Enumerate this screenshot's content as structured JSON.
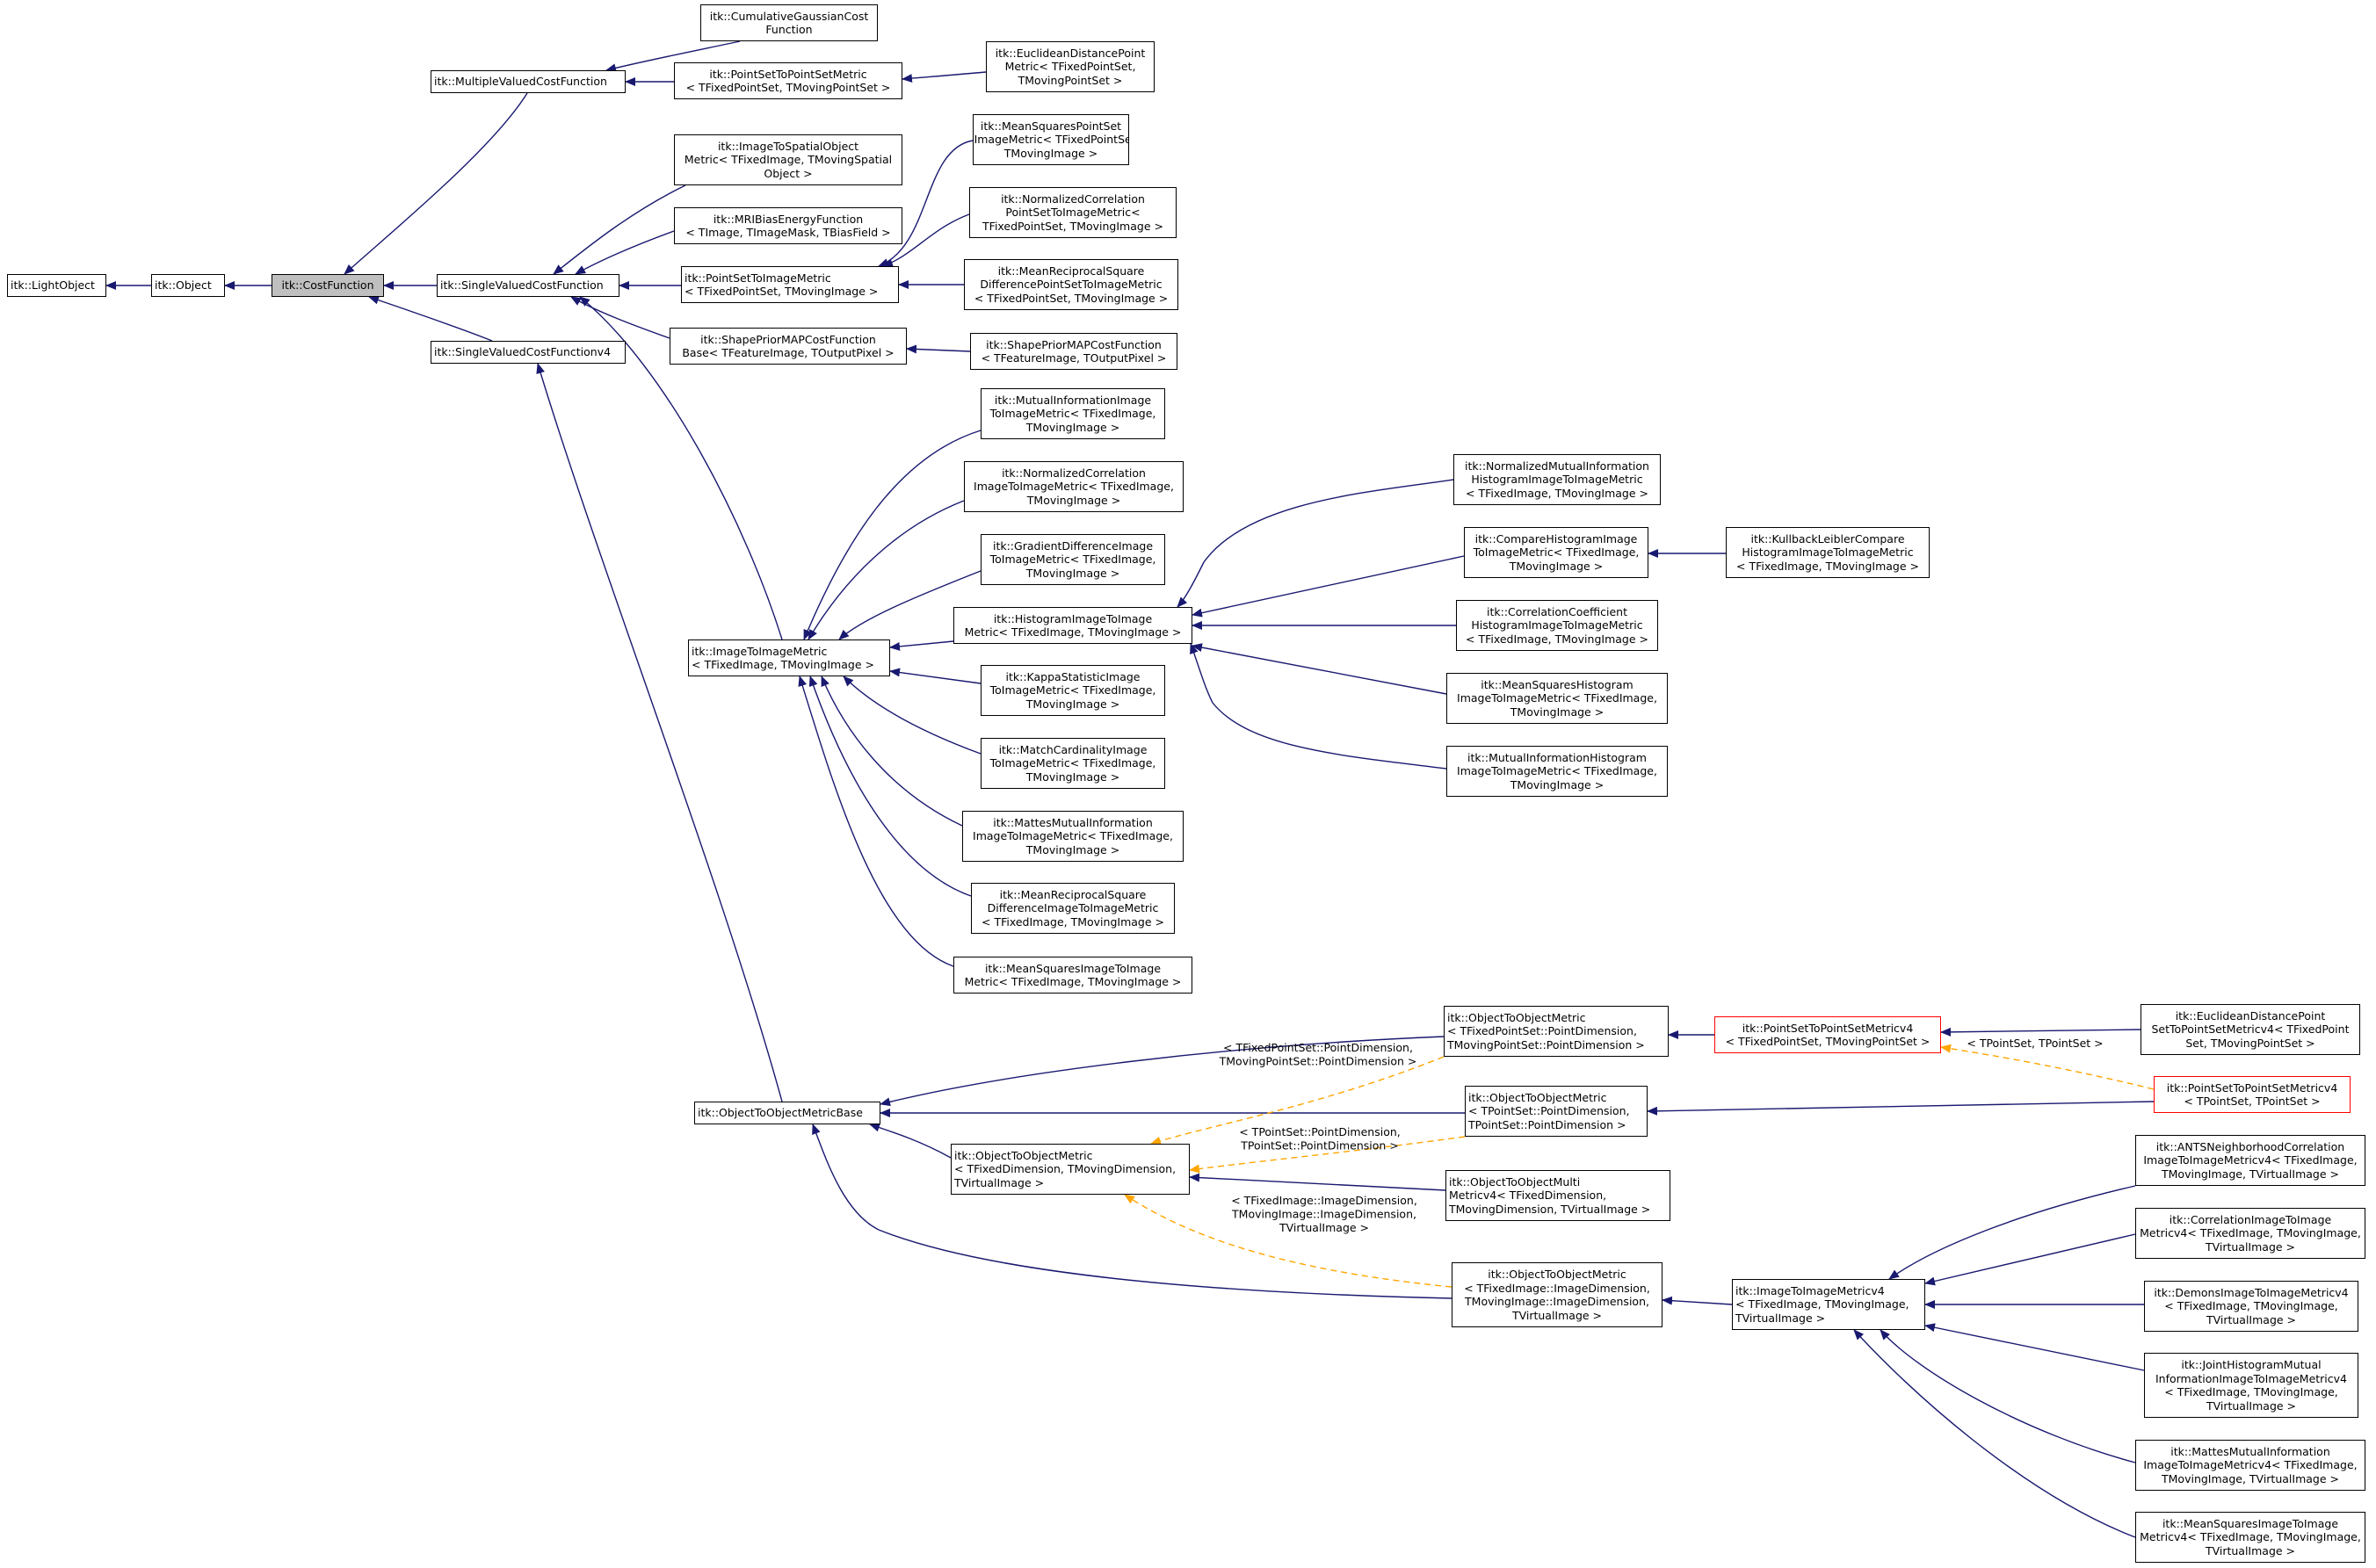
{
  "colors": {
    "edge": "#191970",
    "template_edge": "#ffa500",
    "current_node_fill": "#bfbfbf",
    "incomplete_node_border": "#ff0000"
  },
  "nodes": [
    {
      "id": "light_object",
      "lines": [
        "itk::LightObject"
      ]
    },
    {
      "id": "object",
      "lines": [
        "itk::Object"
      ]
    },
    {
      "id": "cost_function",
      "lines": [
        "itk::CostFunction"
      ]
    },
    {
      "id": "multiple_valued_cost_function",
      "lines": [
        "itk::MultipleValuedCostFunction"
      ]
    },
    {
      "id": "single_valued_cost_function",
      "lines": [
        "itk::SingleValuedCostFunction"
      ]
    },
    {
      "id": "single_valued_cost_functionv4",
      "lines": [
        "itk::SingleValuedCostFunctionv4"
      ]
    },
    {
      "id": "cumulative_gaussian_cost_function",
      "lines": [
        "itk::CumulativeGaussianCost",
        "Function"
      ]
    },
    {
      "id": "point_set_to_point_set_metric",
      "lines": [
        "itk::PointSetToPointSetMetric",
        "< TFixedPointSet, TMovingPointSet >"
      ]
    },
    {
      "id": "euclidean_distance_point_metric",
      "lines": [
        "itk::EuclideanDistancePoint",
        "Metric< TFixedPointSet,",
        "TMovingPointSet >"
      ]
    },
    {
      "id": "image_to_spatial_object_metric",
      "lines": [
        "itk::ImageToSpatialObject",
        "Metric< TFixedImage, TMovingSpatial",
        "Object >"
      ]
    },
    {
      "id": "mri_bias_energy_function",
      "lines": [
        "itk::MRIBiasEnergyFunction",
        "< TImage, TImageMask, TBiasField >"
      ]
    },
    {
      "id": "point_set_to_image_metric",
      "lines": [
        "itk::PointSetToImageMetric",
        "< TFixedPointSet, TMovingImage >"
      ]
    },
    {
      "id": "shape_prior_map_cost_function_base",
      "lines": [
        "itk::ShapePriorMAPCostFunction",
        "Base< TFeatureImage, TOutputPixel >"
      ]
    },
    {
      "id": "mean_squares_point_set_to_image_metric",
      "lines": [
        "itk::MeanSquaresPointSet",
        "ToImageMetric< TFixedPointSet,",
        "TMovingImage >"
      ]
    },
    {
      "id": "normalized_correlation_point_set_to_image_metric",
      "lines": [
        "itk::NormalizedCorrelation",
        "PointSetToImageMetric<",
        "TFixedPointSet, TMovingImage >"
      ]
    },
    {
      "id": "mean_reciprocal_square_difference_point_set_to_image_metric",
      "lines": [
        "itk::MeanReciprocalSquare",
        "DifferencePointSetToImageMetric",
        "< TFixedPointSet, TMovingImage >"
      ]
    },
    {
      "id": "shape_prior_map_cost_function",
      "lines": [
        "itk::ShapePriorMAPCostFunction",
        "< TFeatureImage, TOutputPixel >"
      ]
    },
    {
      "id": "mutual_information_image_to_image_metric",
      "lines": [
        "itk::MutualInformationImage",
        "ToImageMetric< TFixedImage,",
        "TMovingImage >"
      ]
    },
    {
      "id": "normalized_correlation_image_to_image_metric",
      "lines": [
        "itk::NormalizedCorrelation",
        "ImageToImageMetric< TFixedImage,",
        "TMovingImage >"
      ]
    },
    {
      "id": "gradient_difference_image_to_image_metric",
      "lines": [
        "itk::GradientDifferenceImage",
        "ToImageMetric< TFixedImage,",
        "TMovingImage >"
      ]
    },
    {
      "id": "image_to_image_metric",
      "lines": [
        "itk::ImageToImageMetric",
        "< TFixedImage, TMovingImage >"
      ]
    },
    {
      "id": "histogram_image_to_image_metric",
      "lines": [
        "itk::HistogramImageToImage",
        "Metric< TFixedImage, TMovingImage >"
      ]
    },
    {
      "id": "kappa_statistic_image_to_image_metric",
      "lines": [
        "itk::KappaStatisticImage",
        "ToImageMetric< TFixedImage,",
        "TMovingImage >"
      ]
    },
    {
      "id": "match_cardinality_image_to_image_metric",
      "lines": [
        "itk::MatchCardinalityImage",
        "ToImageMetric< TFixedImage,",
        "TMovingImage >"
      ]
    },
    {
      "id": "mattes_mutual_information_image_to_image_metric",
      "lines": [
        "itk::MattesMutualInformation",
        "ImageToImageMetric< TFixedImage,",
        "TMovingImage >"
      ]
    },
    {
      "id": "mean_reciprocal_square_difference_image_to_image_metric",
      "lines": [
        "itk::MeanReciprocalSquare",
        "DifferenceImageToImageMetric",
        "< TFixedImage, TMovingImage >"
      ]
    },
    {
      "id": "mean_squares_image_to_image_metric",
      "lines": [
        "itk::MeanSquaresImageToImage",
        "Metric< TFixedImage, TMovingImage >"
      ]
    },
    {
      "id": "normalized_mutual_information_histogram_image_to_image_metric",
      "lines": [
        "itk::NormalizedMutualInformation",
        "HistogramImageToImageMetric",
        "< TFixedImage, TMovingImage >"
      ]
    },
    {
      "id": "compare_histogram_image_to_image_metric",
      "lines": [
        "itk::CompareHistogramImage",
        "ToImageMetric< TFixedImage,",
        "TMovingImage >"
      ]
    },
    {
      "id": "kullback_leibler_compare_histogram_image_to_image_metric",
      "lines": [
        "itk::KullbackLeiblerCompare",
        "HistogramImageToImageMetric",
        "< TFixedImage, TMovingImage >"
      ]
    },
    {
      "id": "correlation_coefficient_histogram_image_to_image_metric",
      "lines": [
        "itk::CorrelationCoefficient",
        "HistogramImageToImageMetric",
        "< TFixedImage, TMovingImage >"
      ]
    },
    {
      "id": "mean_squares_histogram_image_to_image_metric",
      "lines": [
        "itk::MeanSquaresHistogram",
        "ImageToImageMetric< TFixedImage,",
        "TMovingImage >"
      ]
    },
    {
      "id": "mutual_information_histogram_image_to_image_metric",
      "lines": [
        "itk::MutualInformationHistogram",
        "ImageToImageMetric< TFixedImage,",
        "TMovingImage >"
      ]
    },
    {
      "id": "object_to_object_metric_base",
      "lines": [
        "itk::ObjectToObjectMetricBase"
      ]
    },
    {
      "id": "object_to_object_metric_point_set",
      "lines": [
        "itk::ObjectToObjectMetric",
        "< TFixedPointSet::PointDimension,",
        "TMovingPointSet::PointDimension >"
      ]
    },
    {
      "id": "point_set_to_point_set_metricv4_fixed_moving",
      "lines": [
        "itk::PointSetToPointSetMetricv4",
        "< TFixedPointSet, TMovingPointSet >"
      ]
    },
    {
      "id": "euclidean_distance_point_set_to_point_set_metricv4",
      "lines": [
        "itk::EuclideanDistancePoint",
        "SetToPointSetMetricv4< TFixedPoint",
        "Set, TMovingPointSet >"
      ]
    },
    {
      "id": "object_to_object_metric_tpointset",
      "lines": [
        "itk::ObjectToObjectMetric",
        "< TPointSet::PointDimension,",
        "TPointSet::PointDimension >"
      ]
    },
    {
      "id": "point_set_to_point_set_metricv4_tpointset",
      "lines": [
        "itk::PointSetToPointSetMetricv4",
        "< TPointSet, TPointSet >"
      ]
    },
    {
      "id": "object_to_object_metric_generic",
      "lines": [
        "itk::ObjectToObjectMetric",
        "< TFixedDimension, TMovingDimension,",
        "TVirtualImage >"
      ]
    },
    {
      "id": "object_to_object_multi_metricv4",
      "lines": [
        "itk::ObjectToObjectMulti",
        "Metricv4< TFixedDimension,",
        "TMovingDimension, TVirtualImage >"
      ]
    },
    {
      "id": "object_to_object_metric_image",
      "lines": [
        "itk::ObjectToObjectMetric",
        "< TFixedImage::ImageDimension,",
        "TMovingImage::ImageDimension,",
        "TVirtualImage >"
      ]
    },
    {
      "id": "image_to_image_metricv4",
      "lines": [
        "itk::ImageToImageMetricv4",
        "< TFixedImage, TMovingImage,",
        "TVirtualImage >"
      ]
    },
    {
      "id": "ants_neighborhood_correlation_image_to_image_metricv4",
      "lines": [
        "itk::ANTSNeighborhoodCorrelation",
        "ImageToImageMetricv4< TFixedImage,",
        "TMovingImage, TVirtualImage >"
      ]
    },
    {
      "id": "correlation_image_to_image_metricv4",
      "lines": [
        "itk::CorrelationImageToImage",
        "Metricv4< TFixedImage, TMovingImage,",
        "TVirtualImage >"
      ]
    },
    {
      "id": "demons_image_to_image_metricv4",
      "lines": [
        "itk::DemonsImageToImageMetricv4",
        "< TFixedImage, TMovingImage,",
        "TVirtualImage >"
      ]
    },
    {
      "id": "joint_histogram_mutual_information_image_to_image_metricv4",
      "lines": [
        "itk::JointHistogramMutual",
        "InformationImageToImageMetricv4",
        "< TFixedImage, TMovingImage,",
        "TVirtualImage >"
      ]
    },
    {
      "id": "mattes_mutual_information_image_to_image_metricv4",
      "lines": [
        "itk::MattesMutualInformation",
        "ImageToImageMetricv4< TFixedImage,",
        "TMovingImage, TVirtualImage >"
      ]
    },
    {
      "id": "mean_squares_image_to_image_metricv4",
      "lines": [
        "itk::MeanSquaresImageToImage",
        "Metricv4< TFixedImage, TMovingImage,",
        "TVirtualImage >"
      ]
    }
  ],
  "edge_labels": [
    {
      "id": "label_point_set_dims",
      "lines": [
        "< TFixedPointSet::PointDimension,",
        "TMovingPointSet::PointDimension >"
      ]
    },
    {
      "id": "label_tpointset_dims",
      "lines": [
        "< TPointSet::PointDimension,",
        "TPointSet::PointDimension >"
      ]
    },
    {
      "id": "label_image_dims",
      "lines": [
        "< TFixedImage::ImageDimension,",
        "TMovingImage::ImageDimension,",
        "TVirtualImage >"
      ]
    },
    {
      "id": "label_tpointset_pair",
      "lines": [
        "< TPointSet, TPointSet >"
      ]
    }
  ]
}
